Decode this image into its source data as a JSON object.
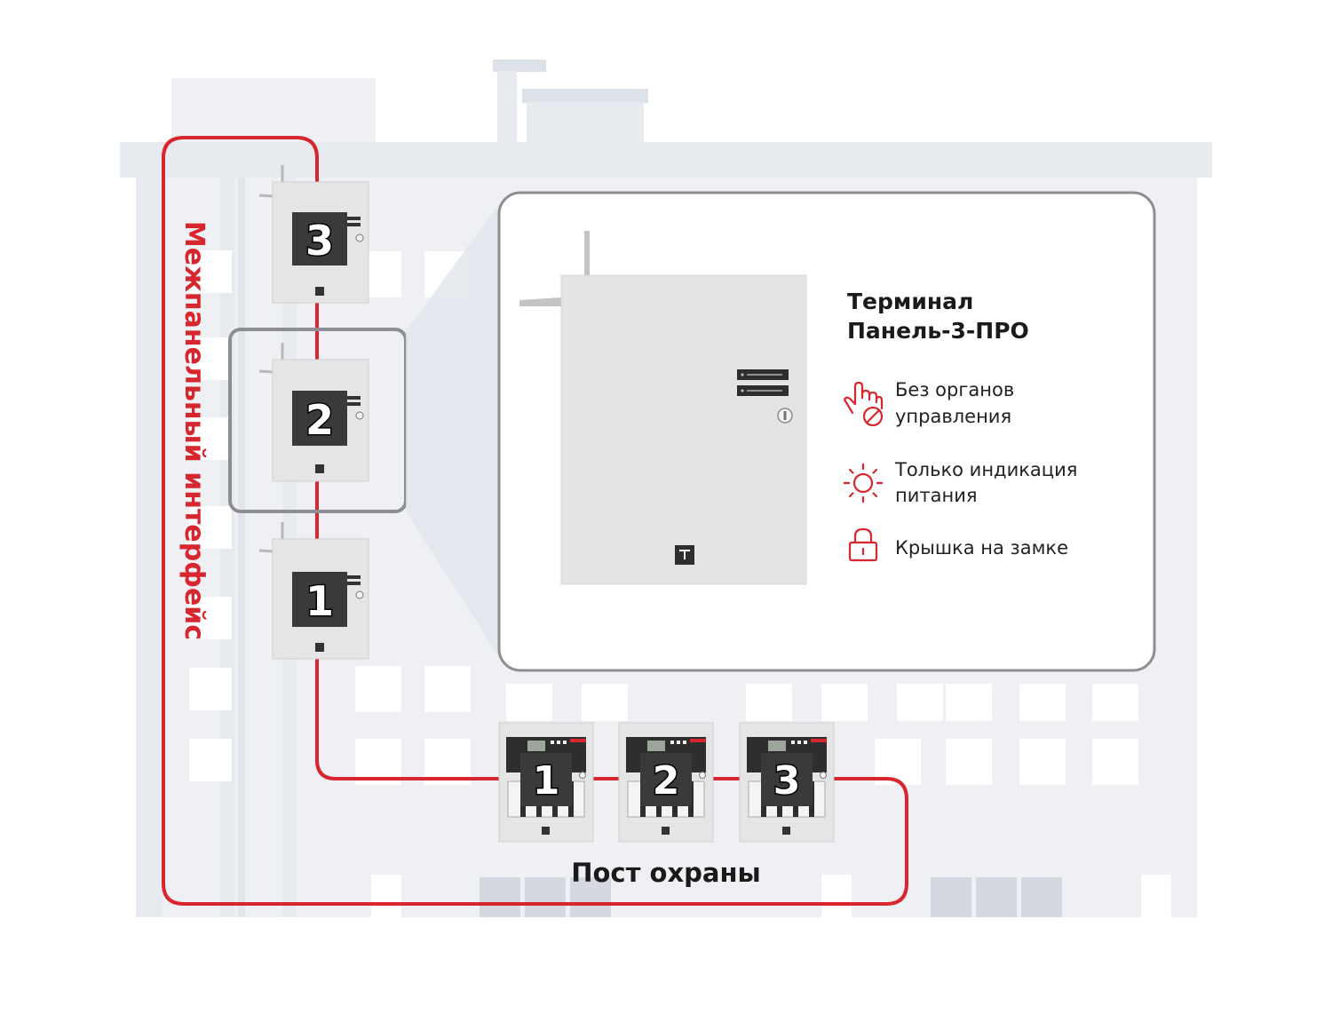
{
  "diagram": {
    "side_label": "Межпанельный интерфейс",
    "bottom_label": "Пост охраны",
    "terminals": [
      {
        "number": "3"
      },
      {
        "number": "2"
      },
      {
        "number": "1"
      }
    ],
    "panels": [
      {
        "number": "1"
      },
      {
        "number": "2"
      },
      {
        "number": "3"
      }
    ],
    "callout": {
      "title_line1": "Терминал",
      "title_line2": "Панель-3-ПРО",
      "features": [
        {
          "icon": "hand-prohibited-icon",
          "line1": "Без органов",
          "line2": "управления"
        },
        {
          "icon": "sun-icon",
          "line1": "Только индикация",
          "line2": "питания"
        },
        {
          "icon": "padlock-icon",
          "line1": "Крышка на замке",
          "line2": ""
        }
      ]
    },
    "colors": {
      "line": "#d7262d",
      "building": "#eef0f4",
      "window": "#ffffff",
      "window_dark": "#d3d8e1",
      "device": "#e5e5e5",
      "frame": "#8c8e93"
    }
  }
}
